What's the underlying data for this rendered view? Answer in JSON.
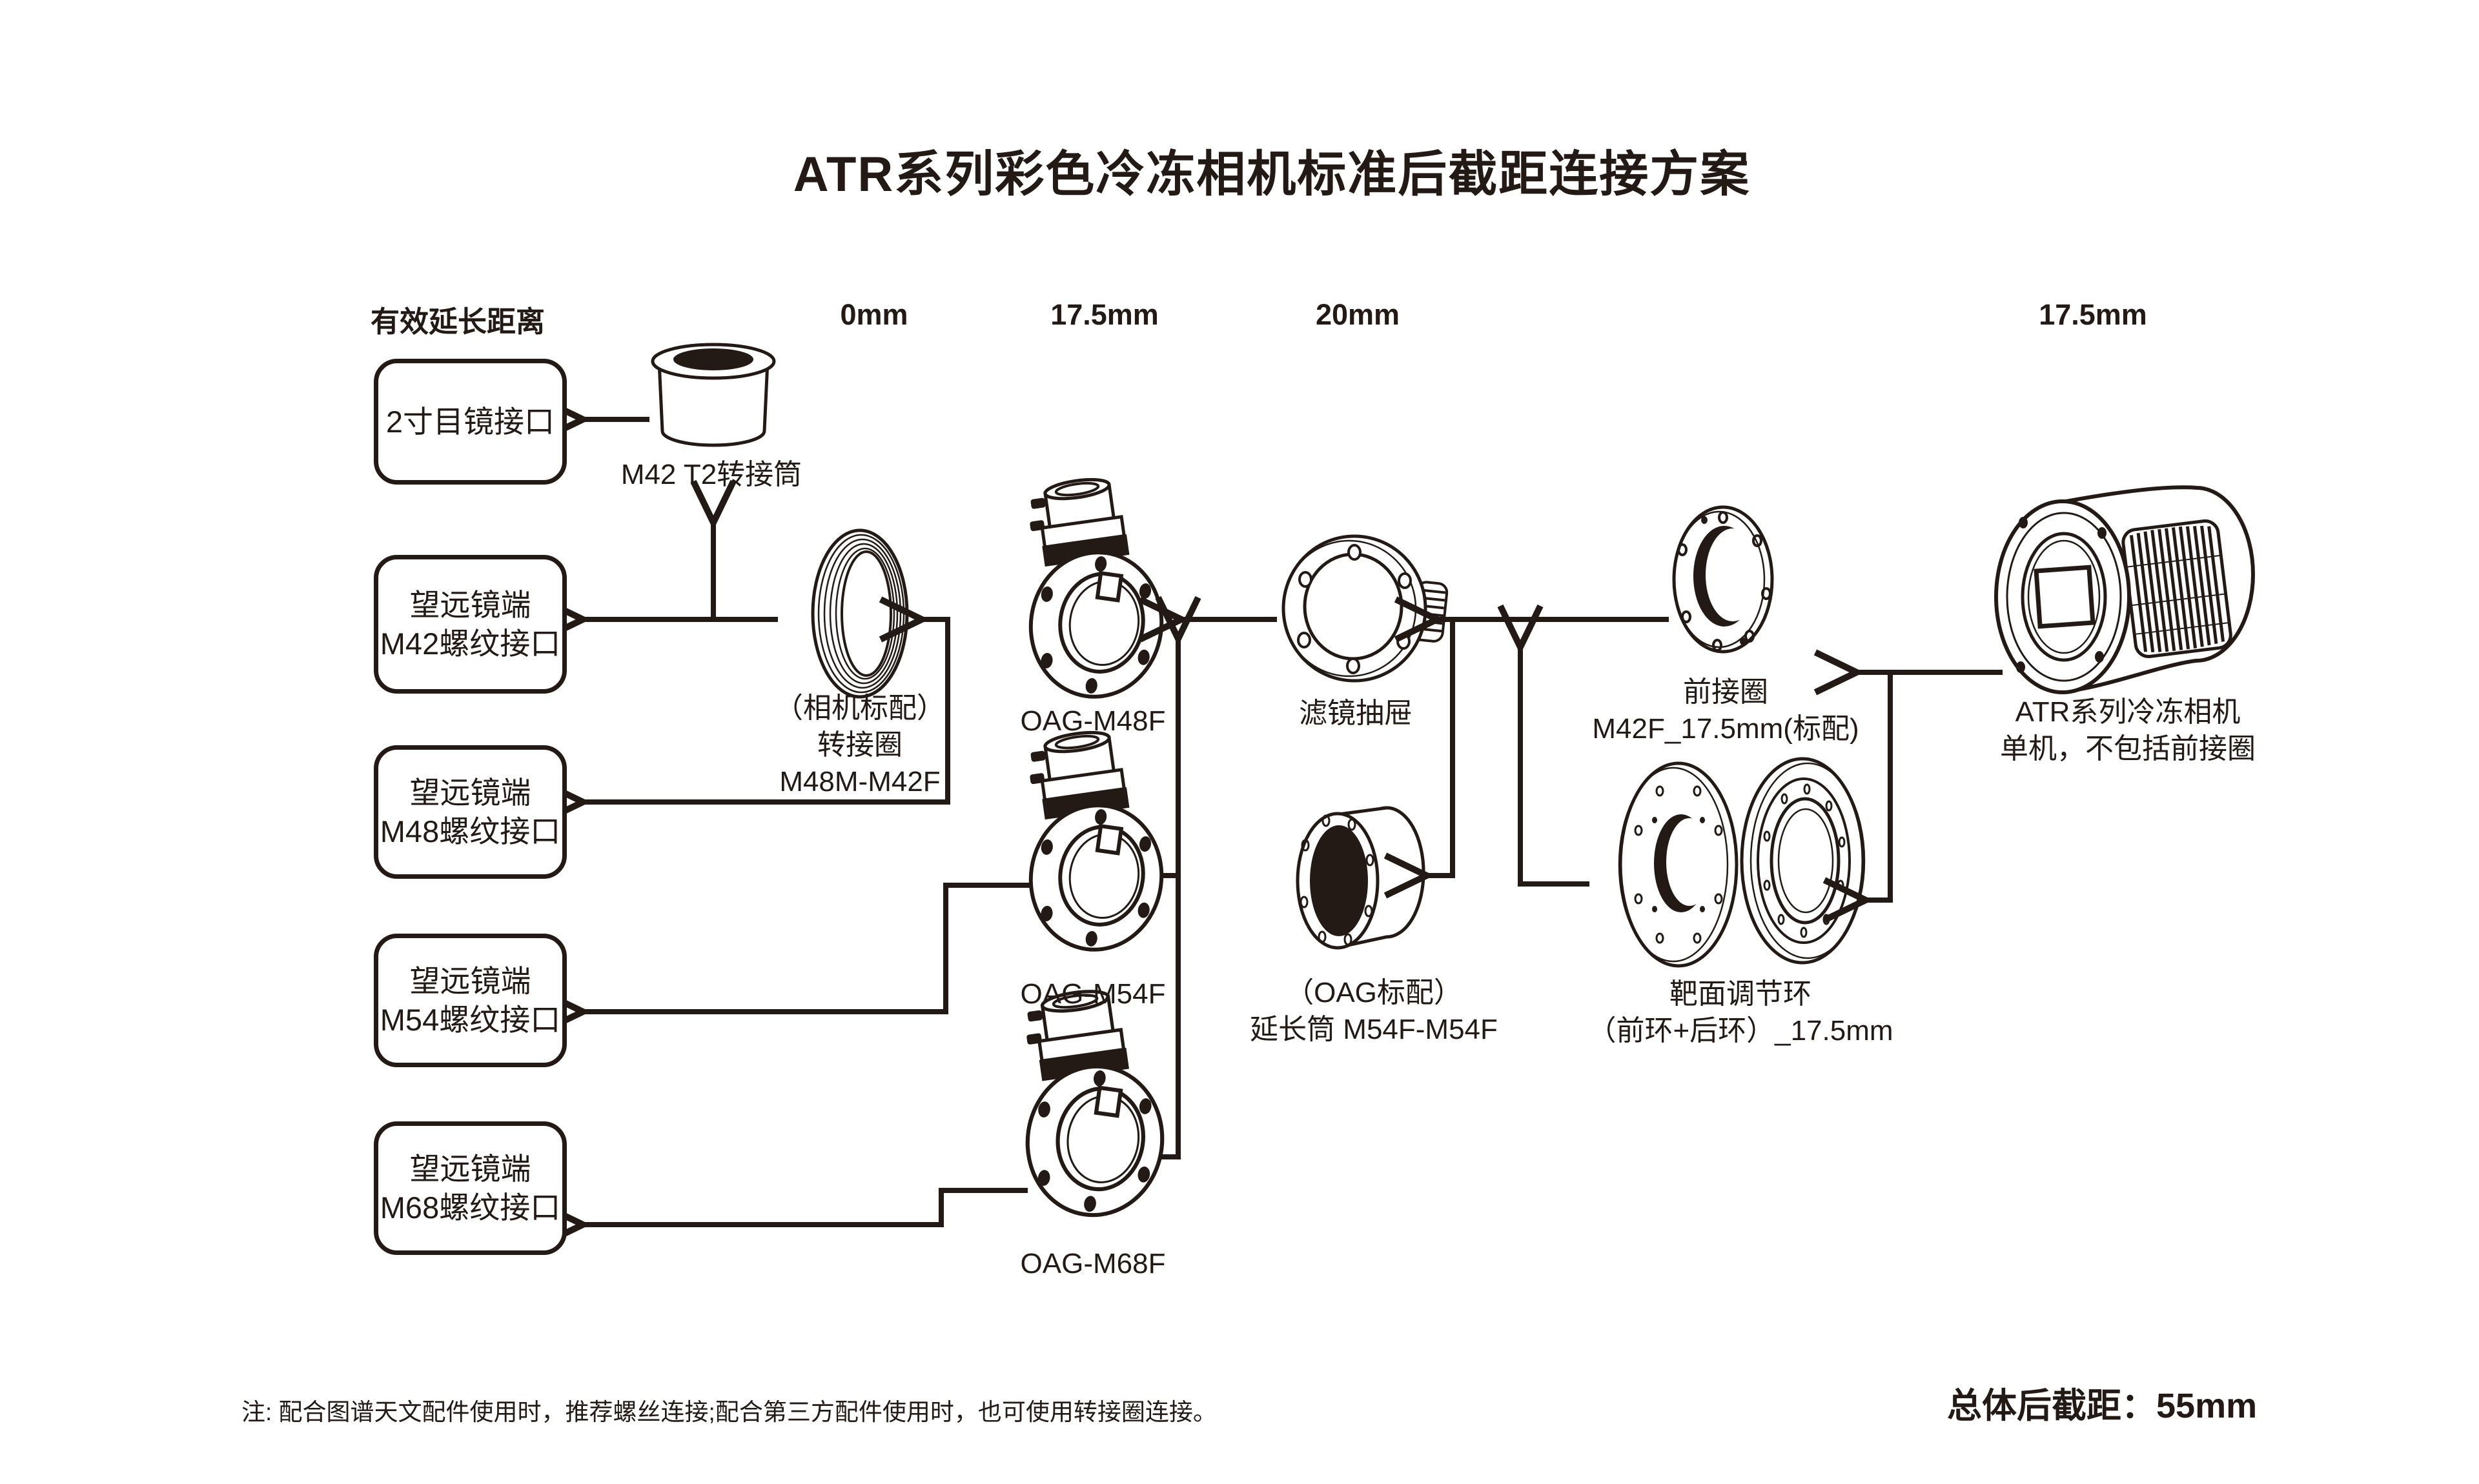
{
  "title": "ATR系列彩色冷冻相机标准后截距连接方案",
  "colors": {
    "ink": "#231a15",
    "background": "#ffffff"
  },
  "headers": {
    "label": "有效延长距离",
    "distances": [
      "0mm",
      "17.5mm",
      "20mm",
      "17.5mm"
    ]
  },
  "interface_boxes": [
    {
      "lines": [
        "2寸目镜接口"
      ]
    },
    {
      "lines": [
        "望远镜端",
        "M42螺纹接口"
      ]
    },
    {
      "lines": [
        "望远镜端",
        "M48螺纹接口"
      ]
    },
    {
      "lines": [
        "望远镜端",
        "M54螺纹接口"
      ]
    },
    {
      "lines": [
        "望远镜端",
        "M68螺纹接口"
      ]
    }
  ],
  "components": {
    "m42_t2_adapter": {
      "label": "M42 T2转接筒"
    },
    "adapter_ring": {
      "lines": [
        "（相机标配）",
        "转接圈",
        "M48M-M42F"
      ]
    },
    "oag_m48f": {
      "label": "OAG-M48F"
    },
    "oag_m54f": {
      "label": "OAG-M54F"
    },
    "oag_m68f": {
      "label": "OAG-M68F"
    },
    "filter_drawer": {
      "label": "滤镜抽屉"
    },
    "extension_tube": {
      "lines": [
        "（OAG标配）",
        "延长筒 M54F-M54F"
      ]
    },
    "front_ring": {
      "lines": [
        "前接圈",
        "M42F_17.5mm(标配)"
      ]
    },
    "target_adjust_ring": {
      "lines": [
        "靶面调节环",
        "（前环+后环）_17.5mm"
      ]
    },
    "camera": {
      "lines": [
        "ATR系列冷冻相机",
        "单机，不包括前接圈"
      ]
    }
  },
  "footer": {
    "note": "注: 配合图谱天文配件使用时，推荐螺丝连接;配合第三方配件使用时，也可使用转接圈连接。",
    "total_back_focus": "总体后截距：55mm"
  }
}
